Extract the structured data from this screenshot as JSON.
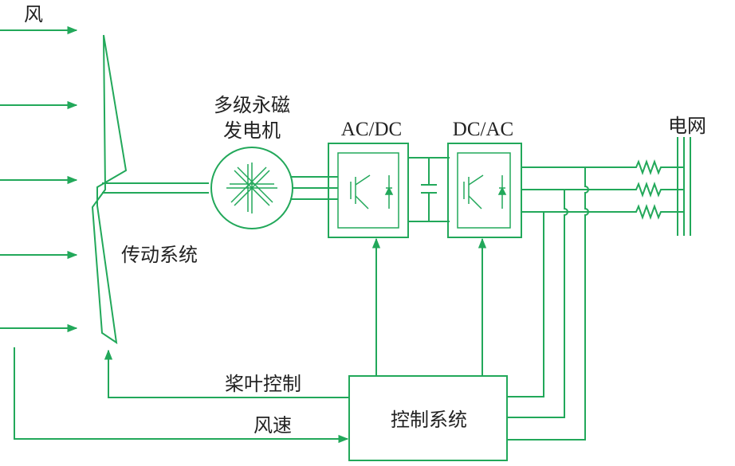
{
  "labels": {
    "wind": "风",
    "generator_line1": "多级永磁",
    "generator_line2": "发电机",
    "rectifier": "AC/DC",
    "inverter": "DC/AC",
    "grid": "电网",
    "drivetrain": "传动系统",
    "pitch_control": "桨叶控制",
    "wind_speed": "风速",
    "control_system": "控制系统"
  },
  "colors": {
    "line": "#22a85a",
    "text": "#222222",
    "background": "#ffffff"
  }
}
